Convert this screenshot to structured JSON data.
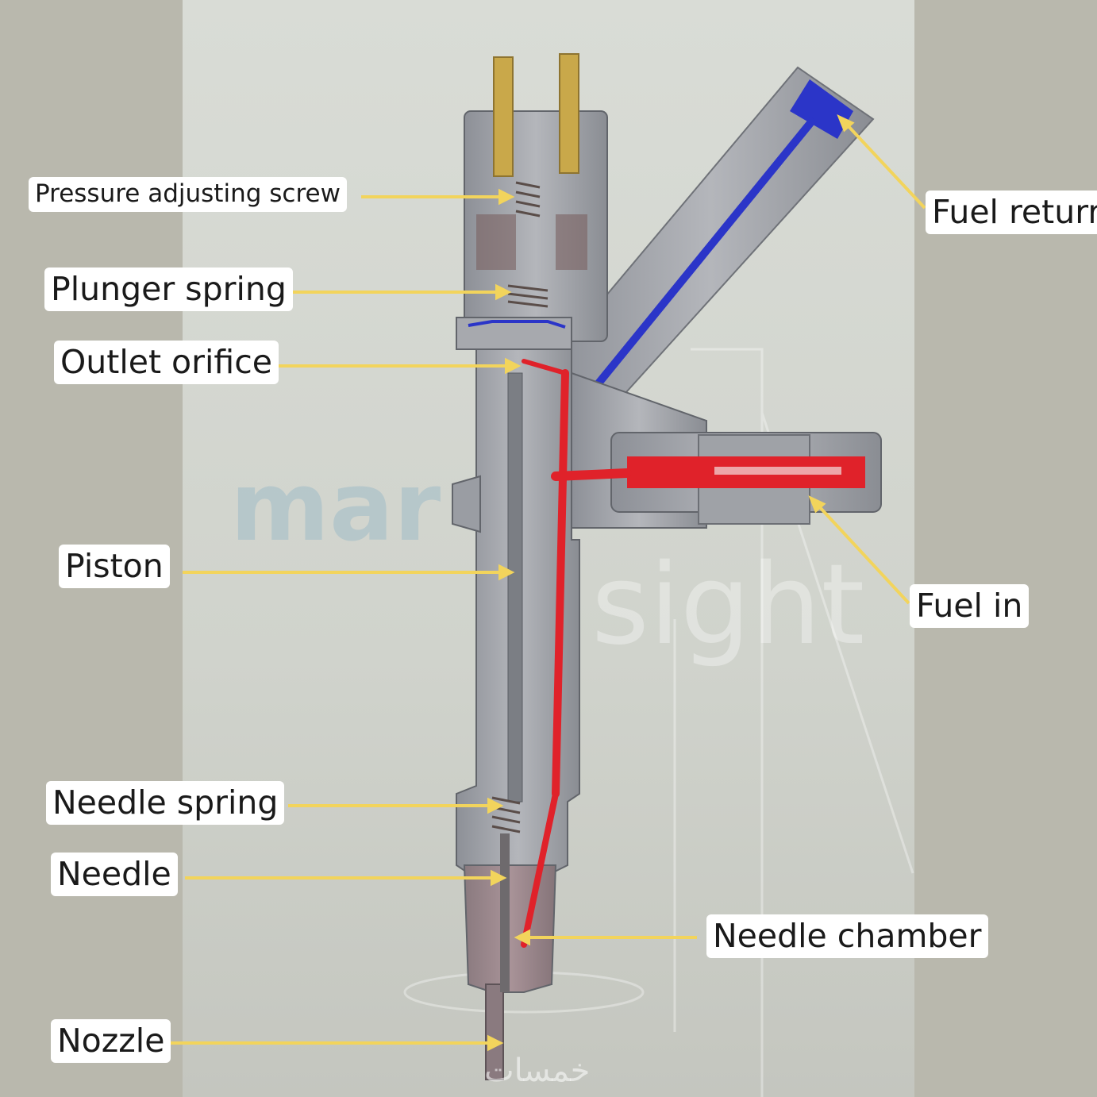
{
  "colors": {
    "side_band": "#b9b8ad",
    "photo_bg": "#d5d8d1",
    "steel": "#9a9da3",
    "fuel_high_pressure": "#e0222a",
    "fuel_return": "#2b35c8",
    "connector_pins": "#c9a84a",
    "leader_line": "#f2d45c",
    "label_bg": "#ffffff"
  },
  "labels": {
    "pressure_adjusting_screw": "Pressure adjusting screw",
    "plunger_spring": "Plunger spring",
    "outlet_orifice": "Outlet orifice",
    "piston": "Piston",
    "needle_spring": "Needle spring",
    "needle": "Needle",
    "nozzle": "Nozzle",
    "fuel_return": "Fuel returr",
    "fuel_in": "Fuel in",
    "needle_chamber": "Needle chamber"
  },
  "watermark": {
    "brand_left": "mar",
    "brand_right": "sight",
    "arabic": "خمسات"
  }
}
